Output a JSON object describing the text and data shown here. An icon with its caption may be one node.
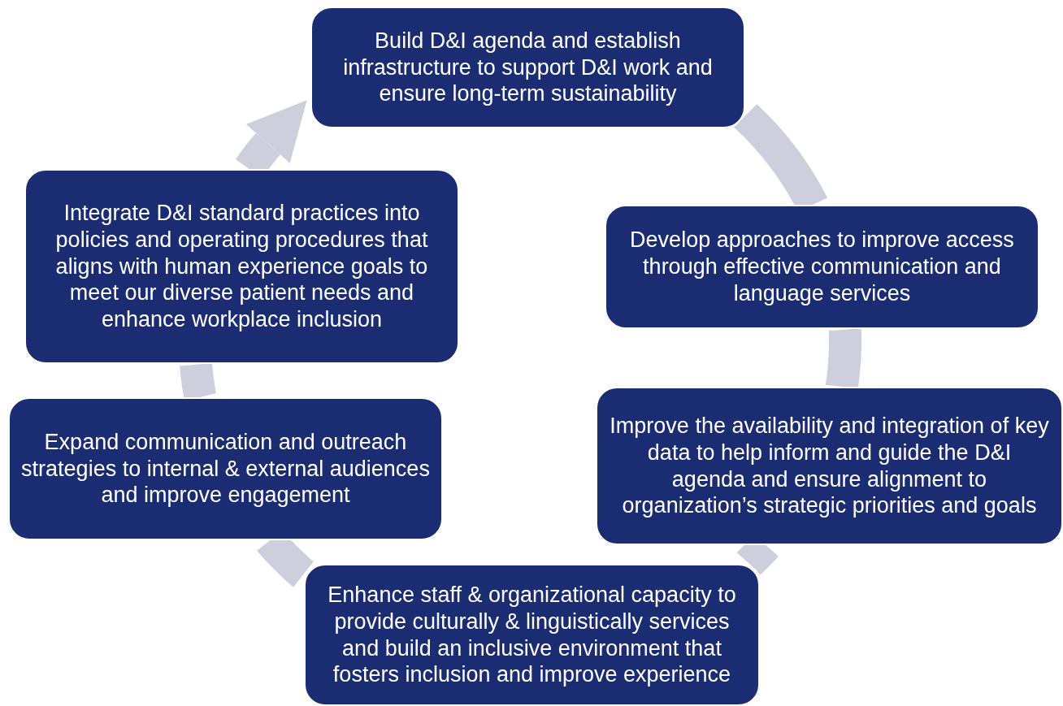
{
  "diagram": {
    "nodes": [
      {
        "text": [
          "Build D&I agenda and establish infrastructure to support D&I work and ensure long-term sustainability"
        ]
      },
      {
        "text": [
          "Develop approaches to improve access through effective communication and language services"
        ]
      },
      {
        "text": [
          "Improve the availability and integration of key data to help inform and guide the D&I agenda and ensure alignment to organization’s strategic priorities and goals"
        ]
      },
      {
        "text": [
          "Enhance staff & organizational capacity to provide culturally & linguistically services and build an inclusive environment that fosters inclusion and improve experience"
        ]
      },
      {
        "text": [
          "Expand communication and outreach strategies to internal & external audiences and improve engagement"
        ]
      },
      {
        "text": [
          "Integrate D&I standard practices into policies and operating procedures that aligns with human experience goals to meet our diverse patient needs and enhance workplace inclusion"
        ]
      }
    ],
    "edges": [
      {
        "from": 0,
        "to": 1,
        "arrow": "none"
      },
      {
        "from": 1,
        "to": 2,
        "arrow": "none"
      },
      {
        "from": 2,
        "to": 3,
        "arrow": "none"
      },
      {
        "from": 3,
        "to": 4,
        "arrow": "none"
      },
      {
        "from": 4,
        "to": 5,
        "arrow": "none"
      },
      {
        "from": 5,
        "to": 0,
        "arrow": "to"
      }
    ]
  }
}
